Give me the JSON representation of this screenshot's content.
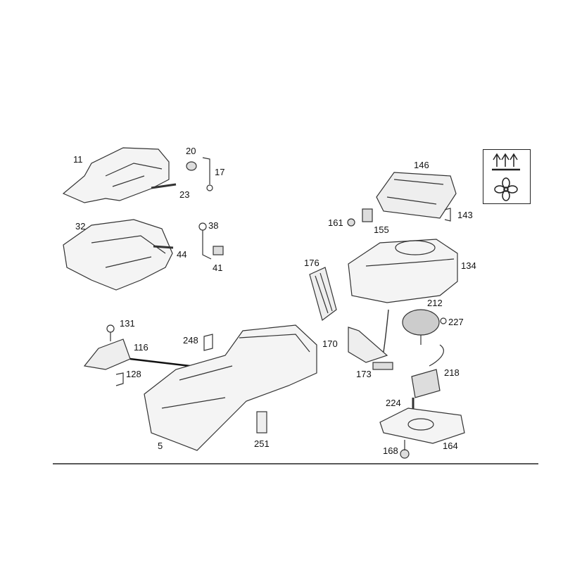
{
  "legend_icons": [
    "heating-icon",
    "blower-fan-icon"
  ],
  "part_numbers": {
    "p11": "11",
    "p20": "20",
    "p17": "17",
    "p23": "23",
    "p32": "32",
    "p38": "38",
    "p44": "44",
    "p41": "41",
    "p146": "146",
    "p143": "143",
    "p161": "161",
    "p155": "155",
    "p176": "176",
    "p134": "134",
    "p212": "212",
    "p227": "227",
    "p170": "170",
    "p173": "173",
    "p218": "218",
    "p224": "224",
    "p164": "164",
    "p168": "168",
    "p131": "131",
    "p116": "116",
    "p128": "128",
    "p248": "248",
    "p5": "5",
    "p251": "251"
  }
}
